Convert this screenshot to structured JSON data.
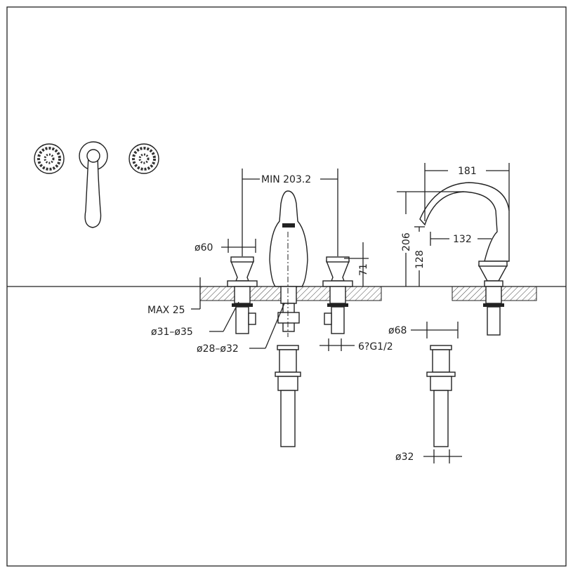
{
  "dimensions": {
    "min_spacing": "MIN  203.2",
    "handle_diameter": "ø60",
    "handle_height": "71",
    "max_deck": "MAX  25",
    "hole_handle": "ø31–ø35",
    "hole_spout": "ø28–ø32",
    "thread": "6?G1/2",
    "spout_width": "181",
    "spout_height": "206",
    "spout_outlet_height": "128",
    "spout_reach": "132",
    "drain_diameter": "ø68",
    "drain_pipe_diameter": "ø32"
  }
}
